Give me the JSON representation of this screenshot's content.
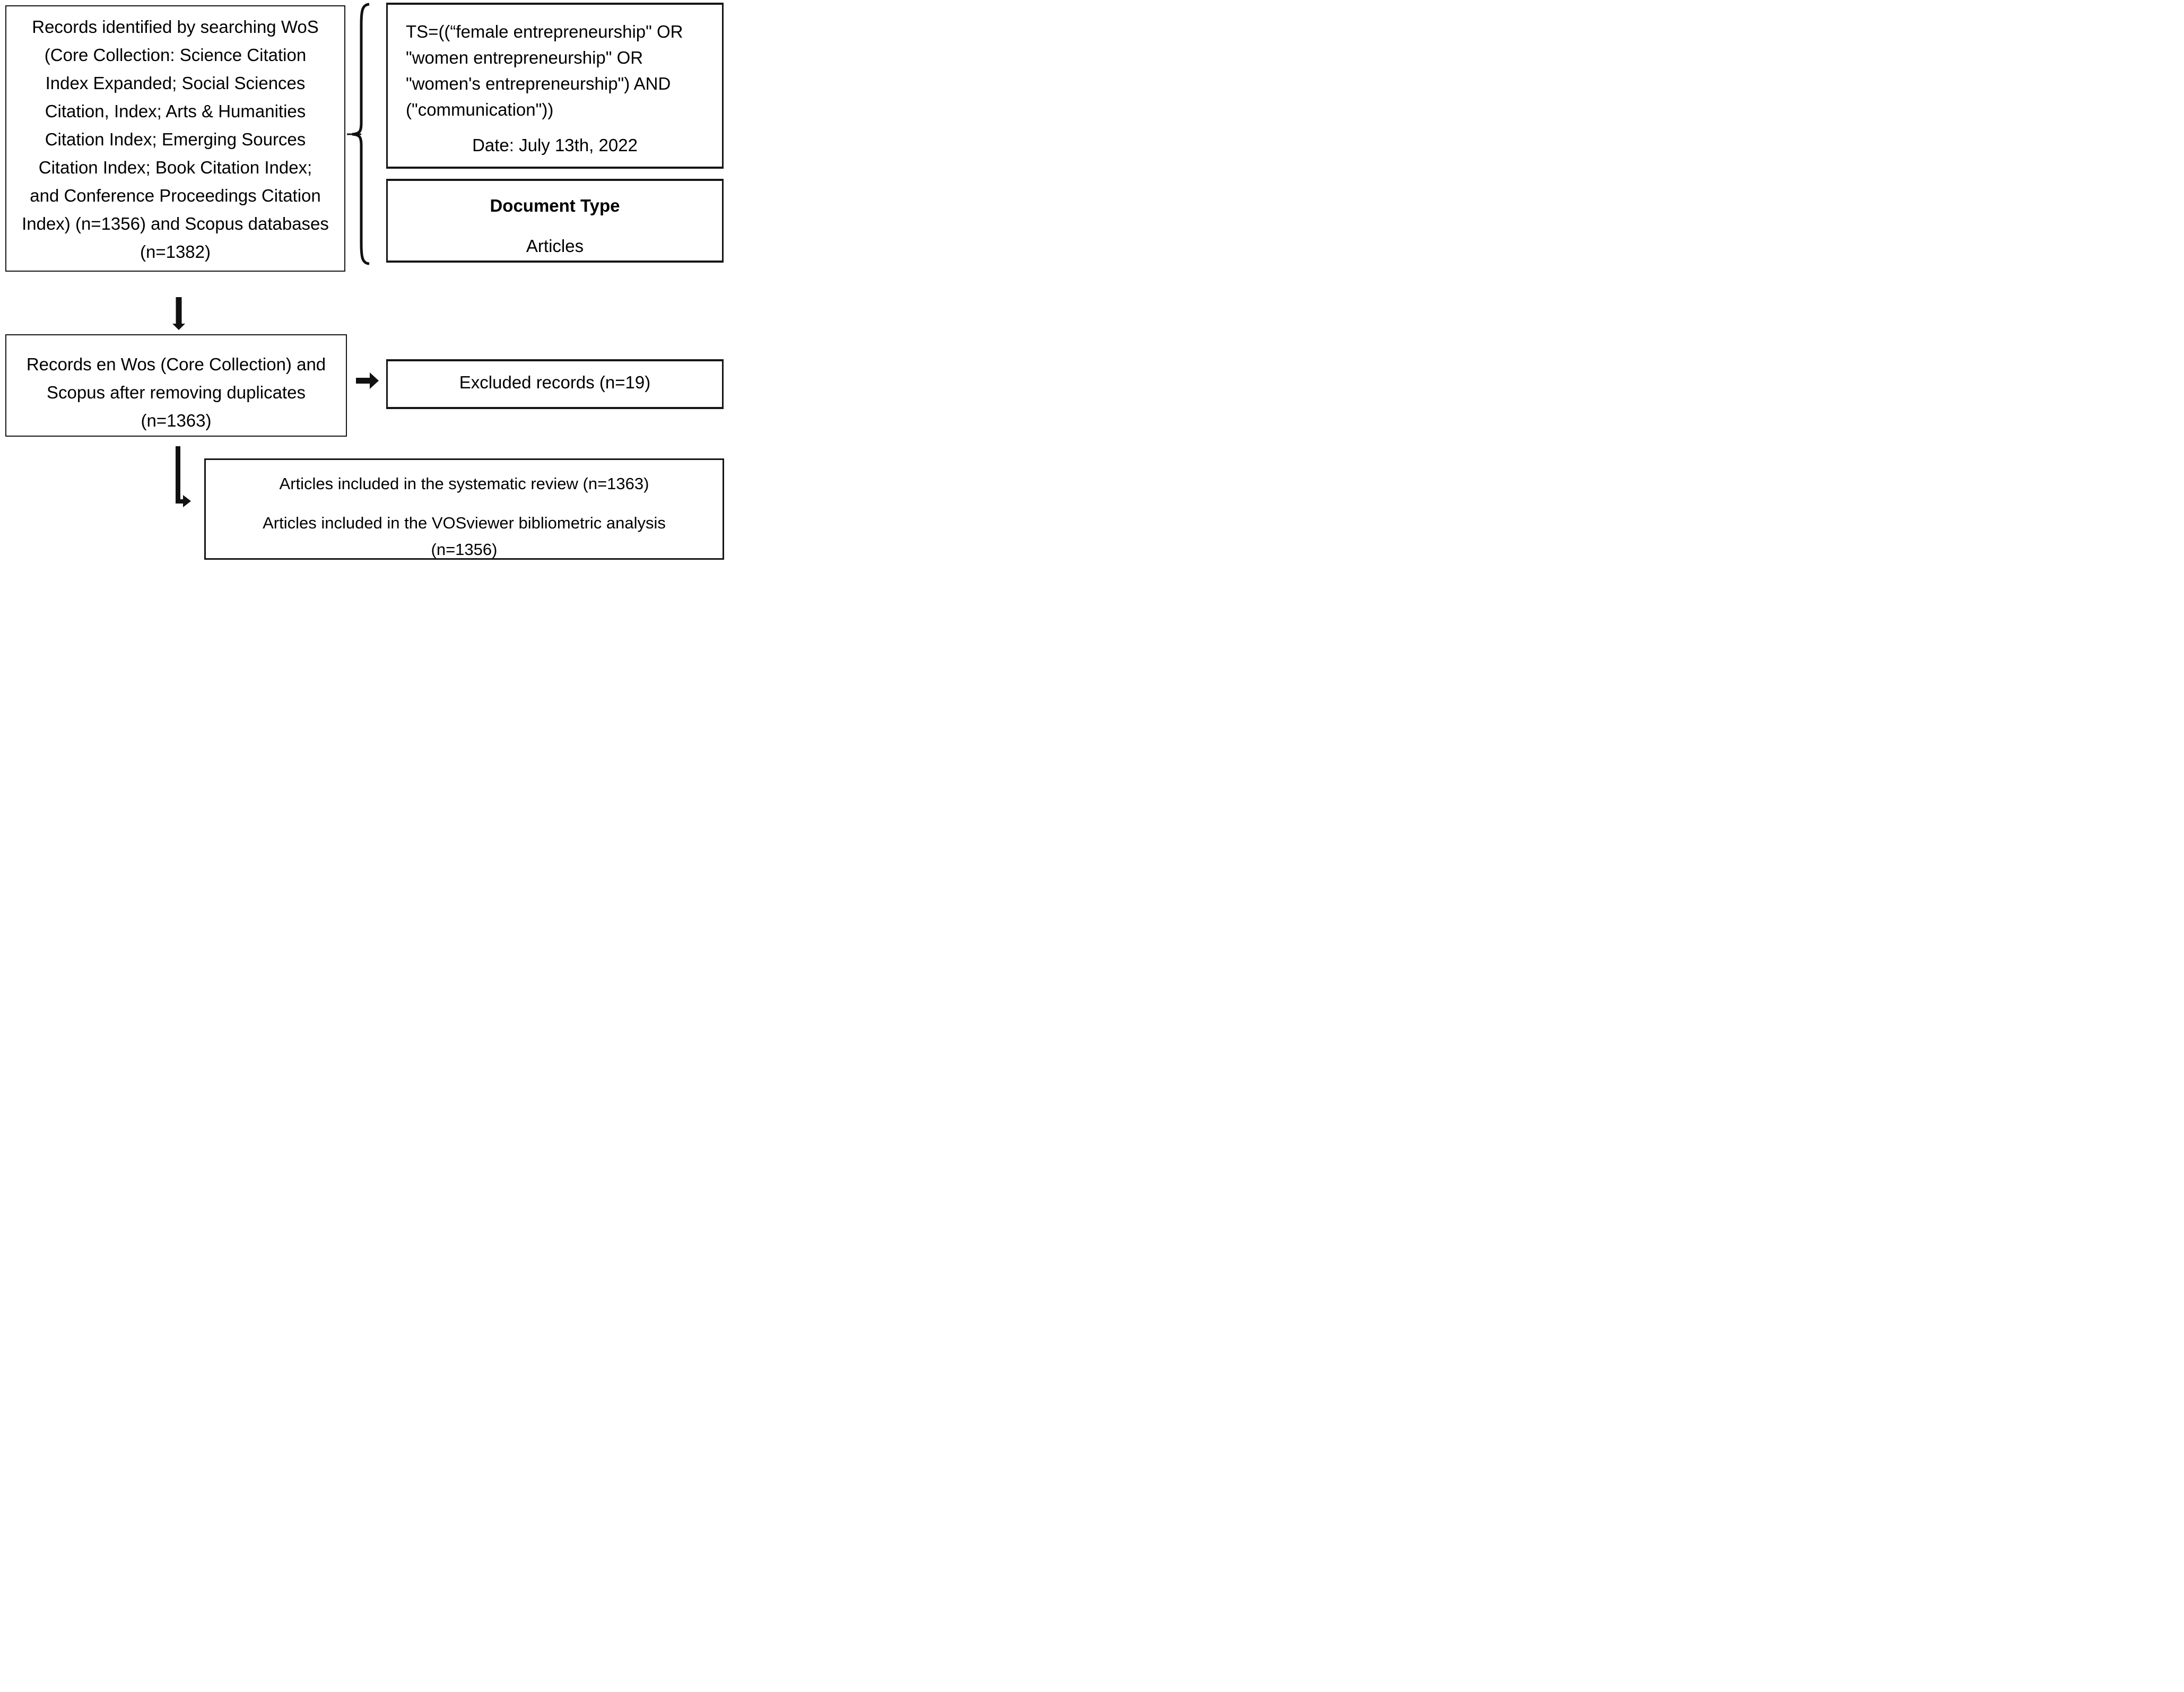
{
  "boxes": {
    "identification": {
      "lines": [
        "Records identified by searching WoS",
        "(Core Collection: Science Citation",
        "Index Expanded; Social Sciences",
        "Citation, Index; Arts & Humanities",
        "Citation Index; Emerging Sources",
        "Citation Index; Book Citation Index;",
        "and Conference Proceedings Citation",
        "Index) (n=1356) and Scopus databases",
        "(n=1382)"
      ]
    },
    "search_query": {
      "query_lines": [
        "TS=((“female entrepreneurship\" OR",
        "\"women entrepreneurship\" OR",
        "\"women's entrepreneurship\") AND",
        "(\"communication\"))"
      ],
      "date": "Date: July 13th, 2022"
    },
    "document_type": {
      "title": "Document Type",
      "value": "Articles"
    },
    "deduplicated": {
      "lines": [
        "Records en Wos (Core Collection) and",
        "Scopus after removing duplicates",
        "(n=1363)"
      ]
    },
    "excluded": {
      "label": "Excluded records (n=19)"
    },
    "included": {
      "lines": [
        "Articles included in the systematic review (n=1363)",
        "Articles included in the VOSviewer bibliometric analysis",
        "(n=1356)"
      ]
    }
  },
  "icons": {
    "down_arrow": "▼",
    "right_arrow": "►",
    "elbow_down_right_arrow": "↳",
    "left_curly_brace": "{"
  },
  "colors": {
    "border": "#161616",
    "text": "#000000",
    "background": "#ffffff"
  }
}
